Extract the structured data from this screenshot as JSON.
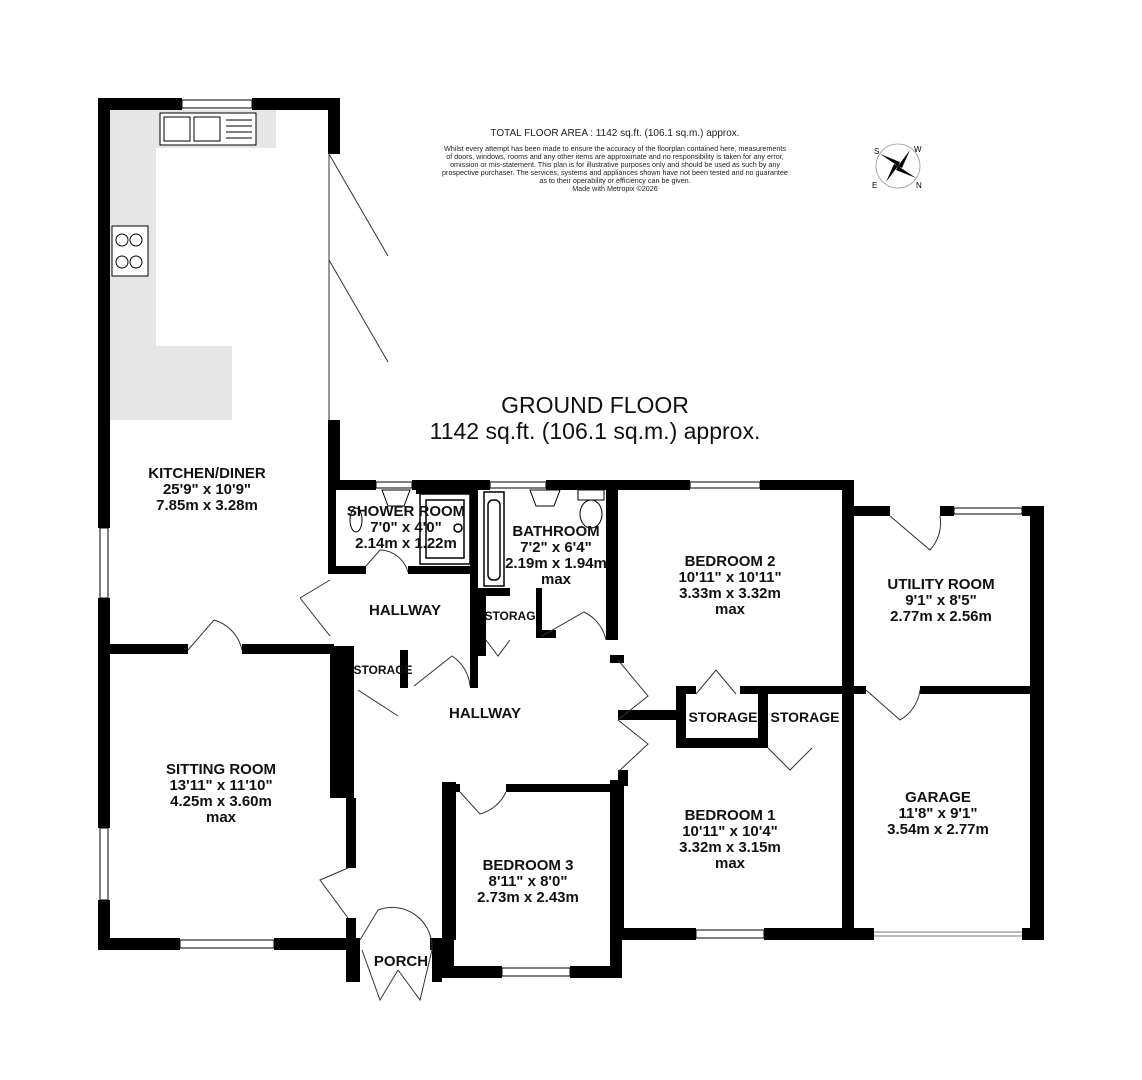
{
  "header": {
    "total_area": "TOTAL FLOOR AREA : 1142 sq.ft. (106.1 sq.m.) approx.",
    "disclaimer_lines": [
      "Whilst every attempt has been made to ensure the accuracy of the floorplan contained here, measurements",
      "of doors, windows, rooms and any other items are approximate and no responsibility is taken for any error,",
      "omission or mis-statement. This plan is for illustrative purposes only and should be used as such by any",
      "prospective purchaser. The services, systems and appliances shown have not been tested and no guarantee",
      "as to their operability or efficiency can be given.",
      "Made with Metropix ©2026"
    ]
  },
  "floor": {
    "name": "GROUND FLOOR",
    "area": "1142 sq.ft. (106.1 sq.m.) approx."
  },
  "compass": {
    "labels": [
      "S",
      "W",
      "N",
      "E"
    ]
  },
  "rooms": {
    "kitchen": {
      "name": "KITCHEN/DINER",
      "imperial": "25'9\"  x 10'9\"",
      "metric": "7.85m  x 3.28m"
    },
    "shower": {
      "name": "SHOWER ROOM",
      "imperial": "7'0\"  x 4'0\"",
      "metric": "2.14m  x 1.22m"
    },
    "bathroom": {
      "name": "BATHROOM",
      "imperial": "7'2\"  x 6'4\"",
      "metric": "2.19m  x 1.94m",
      "note": "max"
    },
    "bedroom2": {
      "name": "BEDROOM 2",
      "imperial": "10'11\"  x 10'11\"",
      "metric": "3.33m  x 3.32m",
      "note": "max"
    },
    "utility": {
      "name": "UTILITY ROOM",
      "imperial": "9'1\"  x 8'5\"",
      "metric": "2.77m  x 2.56m"
    },
    "hallway_upper": {
      "name": "HALLWAY"
    },
    "hallway_main": {
      "name": "HALLWAY"
    },
    "storage_small": {
      "name": "STORAG"
    },
    "storage_left": {
      "name": "STORAGE"
    },
    "storage_mid1": {
      "name": "STORAGE"
    },
    "storage_mid2": {
      "name": "STORAGE"
    },
    "sitting": {
      "name": "SITTING ROOM",
      "imperial": "13'11\"  x 11'10\"",
      "metric": "4.25m  x 3.60m",
      "note": "max"
    },
    "bedroom1": {
      "name": "BEDROOM 1",
      "imperial": "10'11\"  x 10'4\"",
      "metric": "3.32m  x 3.15m",
      "note": "max"
    },
    "garage": {
      "name": "GARAGE",
      "imperial": "11'8\"  x 9'1\"",
      "metric": "3.54m  x 2.77m"
    },
    "bedroom3": {
      "name": "BEDROOM 3",
      "imperial": "8'11\"  x 8'0\"",
      "metric": "2.73m  x 2.43m"
    },
    "porch": {
      "name": "PORCH"
    }
  },
  "colors": {
    "wall": "#000000",
    "worktop": "#e6e6e6",
    "text": "#111111"
  }
}
